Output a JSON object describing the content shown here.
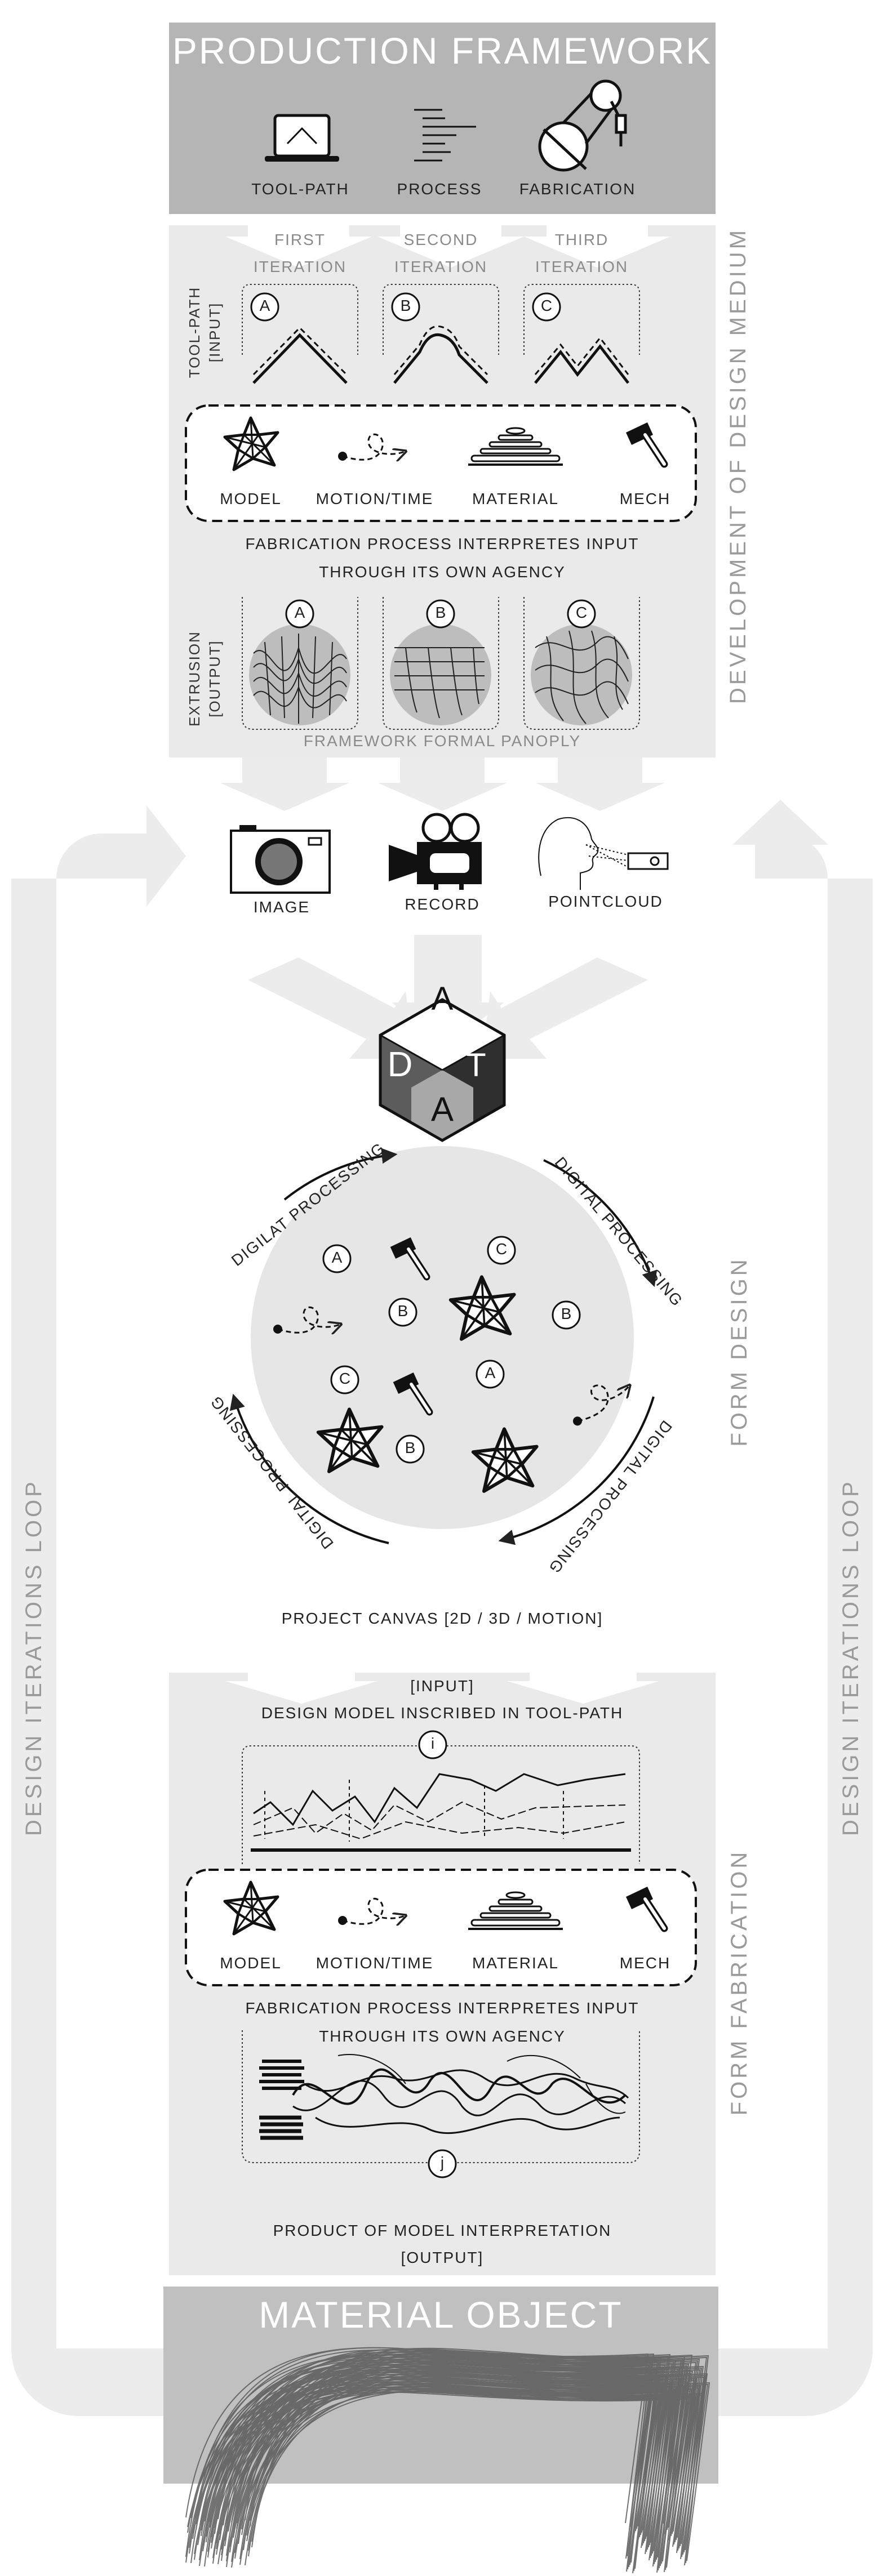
{
  "header": {
    "title": "PRODUCTION FRAMEWORK",
    "icons": [
      {
        "label": "TOOL-PATH",
        "icon": "laptop-icon"
      },
      {
        "label": "PROCESS",
        "icon": "list-lines-icon"
      },
      {
        "label": "FABRICATION",
        "icon": "robot-arm-icon"
      }
    ]
  },
  "medium": {
    "side_label": "DEVELOPMENT OF DESIGN MEDIUM",
    "iterations": [
      {
        "line1": "FIRST",
        "line2": "ITERATION",
        "letter": "A"
      },
      {
        "line1": "SECOND",
        "line2": "ITERATION",
        "letter": "B"
      },
      {
        "line1": "THIRD",
        "line2": "ITERATION",
        "letter": "C"
      }
    ],
    "input_label_1": "TOOL-PATH",
    "input_label_2": "[INPUT]",
    "agents": [
      "MODEL",
      "MOTION/TIME",
      "MATERIAL",
      "MECH"
    ],
    "process_line1": "FABRICATION PROCESS INTERPRETES INPUT",
    "process_line2": "THROUGH ITS OWN AGENCY",
    "output_label_1": "EXTRUSION",
    "output_label_2": "[OUTPUT]",
    "output_letters": [
      "A",
      "B",
      "C"
    ],
    "panoply": "FRAMEWORK FORMAL PANOPLY"
  },
  "capture": {
    "items": [
      {
        "label": "IMAGE",
        "icon": "camera-icon"
      },
      {
        "label": "RECORD",
        "icon": "movie-camera-icon"
      },
      {
        "label": "POINTCLOUD",
        "icon": "pointcloud-scan-icon"
      }
    ]
  },
  "data_cube": {
    "top": "A",
    "left": "D",
    "right": "T",
    "bottom": "A"
  },
  "canvas": {
    "side_label": "FORM DESIGN",
    "arc_labels": [
      "DIGILAT PROCESSING",
      "DIGITAL PROCESSING",
      "DIGITAL PROCESSING",
      "DIGITAL PROCESSING"
    ],
    "letters": [
      "A",
      "C",
      "B",
      "B",
      "C",
      "A",
      "B"
    ],
    "caption": "PROJECT CANVAS [2D / 3D / MOTION]"
  },
  "fabrication": {
    "side_label": "FORM FABRICATION",
    "input_line1": "[INPUT]",
    "input_line2": "DESIGN MODEL INSCRIBED IN TOOL-PATH",
    "marker_top": "i",
    "agents": [
      "MODEL",
      "MOTION/TIME",
      "MATERIAL",
      "MECH"
    ],
    "process_line1": "FABRICATION PROCESS INTERPRETES INPUT",
    "process_line2": "THROUGH ITS OWN AGENCY",
    "marker_bottom": "j",
    "output_line1": "PRODUCT OF MODEL INTERPRETATION",
    "output_line2": "[OUTPUT]"
  },
  "loop": {
    "left_label": "DESIGN ITERATIONS LOOP",
    "right_label": "DESIGN ITERATIONS LOOP"
  },
  "footer": {
    "title": "MATERIAL OBJECT"
  },
  "colors": {
    "header_gray": "#b5b5b5",
    "panel_gray": "#eaeaea",
    "loop_gray": "#ececec",
    "cube_dark": "#3a3a3a",
    "cube_mid": "#6e6e6e",
    "cube_light": "#b0b0b0"
  }
}
